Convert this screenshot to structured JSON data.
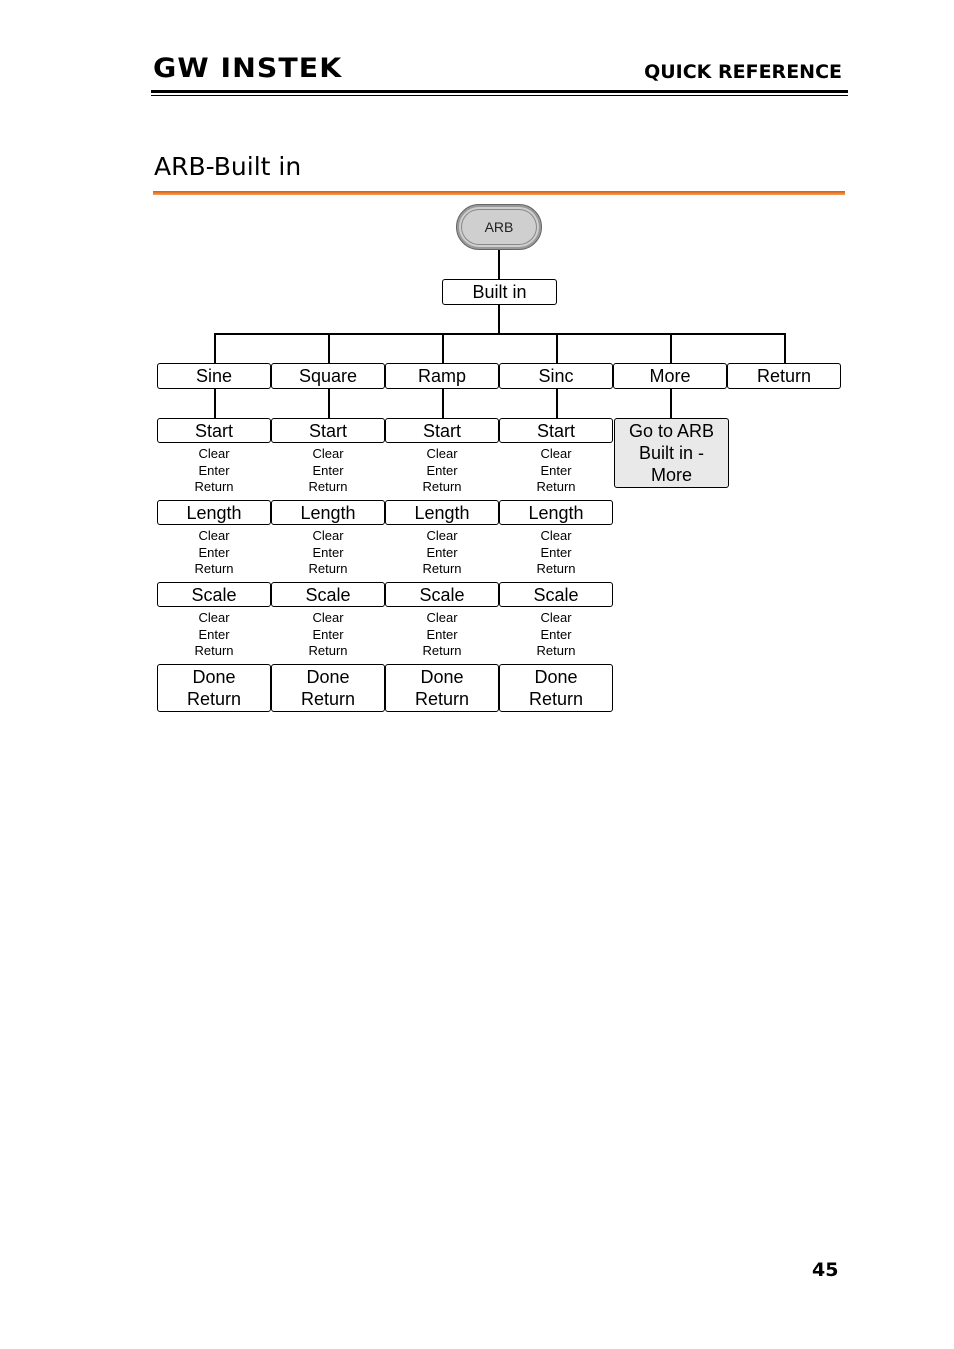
{
  "header": {
    "logo_text": "GW INSTEK",
    "section": "QUICK REFERENCE"
  },
  "page_title": "ARB-Built in",
  "diagram": {
    "root": "ARB",
    "level1": "Built in",
    "menu": [
      "Sine",
      "Square",
      "Ramp",
      "Sinc",
      "More",
      "Return"
    ],
    "columns": [
      {
        "start": "Start",
        "start_opts": [
          "Clear",
          "Enter",
          "Return"
        ],
        "length": "Length",
        "length_opts": [
          "Clear",
          "Enter",
          "Return"
        ],
        "scale": "Scale",
        "scale_opts": [
          "Clear",
          "Enter",
          "Return"
        ],
        "done": [
          "Done",
          "Return"
        ]
      },
      {
        "start": "Start",
        "start_opts": [
          "Clear",
          "Enter",
          "Return"
        ],
        "length": "Length",
        "length_opts": [
          "Clear",
          "Enter",
          "Return"
        ],
        "scale": "Scale",
        "scale_opts": [
          "Clear",
          "Enter",
          "Return"
        ],
        "done": [
          "Done",
          "Return"
        ]
      },
      {
        "start": "Start",
        "start_opts": [
          "Clear",
          "Enter",
          "Return"
        ],
        "length": "Length",
        "length_opts": [
          "Clear",
          "Enter",
          "Return"
        ],
        "scale": "Scale",
        "scale_opts": [
          "Clear",
          "Enter",
          "Return"
        ],
        "done": [
          "Done",
          "Return"
        ]
      },
      {
        "start": "Start",
        "start_opts": [
          "Clear",
          "Enter",
          "Return"
        ],
        "length": "Length",
        "length_opts": [
          "Clear",
          "Enter",
          "Return"
        ],
        "scale": "Scale",
        "scale_opts": [
          "Clear",
          "Enter",
          "Return"
        ],
        "done": [
          "Done",
          "Return"
        ]
      }
    ],
    "more_target": [
      "Go to ARB",
      "Built in -",
      "More"
    ]
  },
  "page_number": "45"
}
